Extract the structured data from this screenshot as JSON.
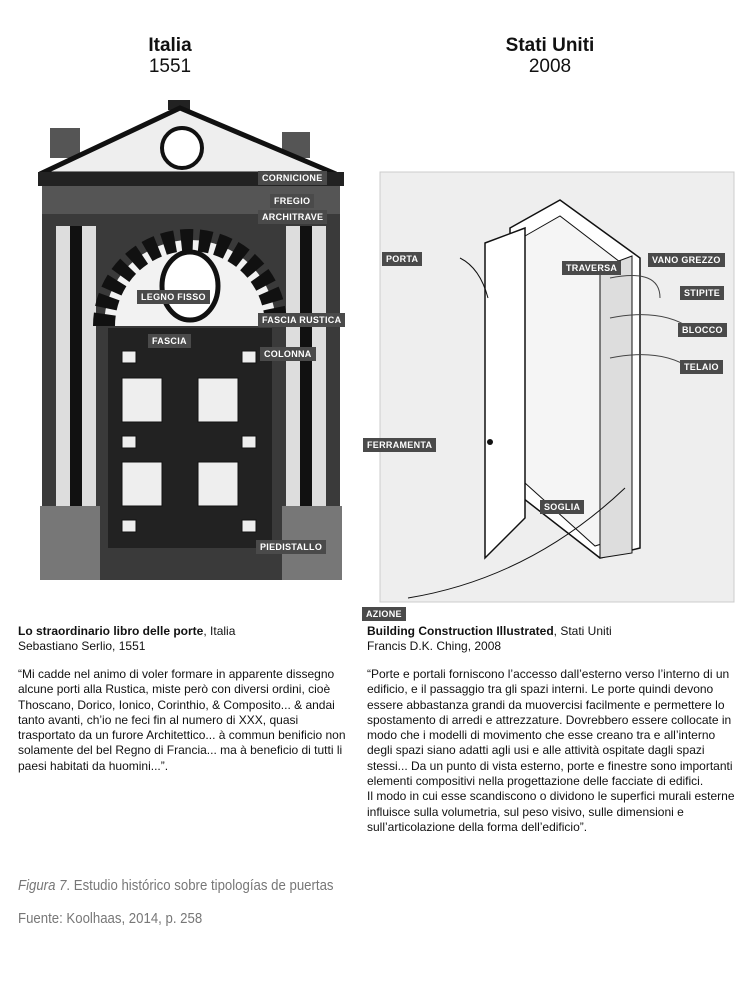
{
  "left": {
    "country": "Italia",
    "year": "1551",
    "labels": [
      "CORNICIONE",
      "FREGIO",
      "ARCHITRAVE",
      "LEGNO FISSO",
      "FASCIA RUSTICA",
      "FASCIA",
      "COLONNA",
      "PIEDISTALLO"
    ],
    "caption_title": "Lo straordinario libro delle porte",
    "caption_place": ", Italia",
    "caption_author": "Sebastiano Serlio, 1551",
    "quote": "“Mi cadde nel animo di voler formare in apparente dissegno alcune porti alla Rustica, miste però con diversi ordini, cioè Thoscano, Dorico, Ionico, Corinthio, & Composito... & andai tanto avanti, ch’io ne feci fin al numero di XXX, quasi trasportato da un furore Architettico... à commun benificio non solamente del bel Regno di Francia... ma à beneficio di tutti li paesi habitati da huomini...”."
  },
  "right": {
    "country": "Stati Uniti",
    "year": "2008",
    "labels": [
      "PORTA",
      "TRAVERSA",
      "VANO GREZZO",
      "STIPITE",
      "BLOCCO",
      "TELAIO",
      "FERRAMENTA",
      "SOGLIA",
      "AZIONE"
    ],
    "caption_title": "Building Construction Illustrated",
    "caption_place": ", Stati Uniti",
    "caption_author": "Francis D.K. Ching, 2008",
    "quote": "“Porte e portali forniscono l’accesso dall’esterno verso l’interno di un edificio, e il passaggio tra gli spazi interni. Le porte quindi devono essere abbastanza grandi da muovercisi facilmente e permettere lo spostamento di arredi e attrezzature. Dovrebbero essere collocate in modo che i modelli di movimento che esse creano tra e all’interno degli spazi siano adatti agli usi e alle attività ospitate dagli spazi stessi... Da un punto di vista esterno, porte e finestre sono importanti elementi compositivi nella progettazione delle facciate di edifici.\nIl modo in cui esse scandiscono o dividono le superfici murali esterne influisce sulla volumetria, sul peso visivo, sulle dimensioni e sull’articolazione della forma dell’edificio”."
  },
  "figure": {
    "label": "Figura 7",
    "caption": ". Estudio histórico sobre tipologías de puertas",
    "source": "Fuente: Koolhaas, 2014, p. 258"
  }
}
